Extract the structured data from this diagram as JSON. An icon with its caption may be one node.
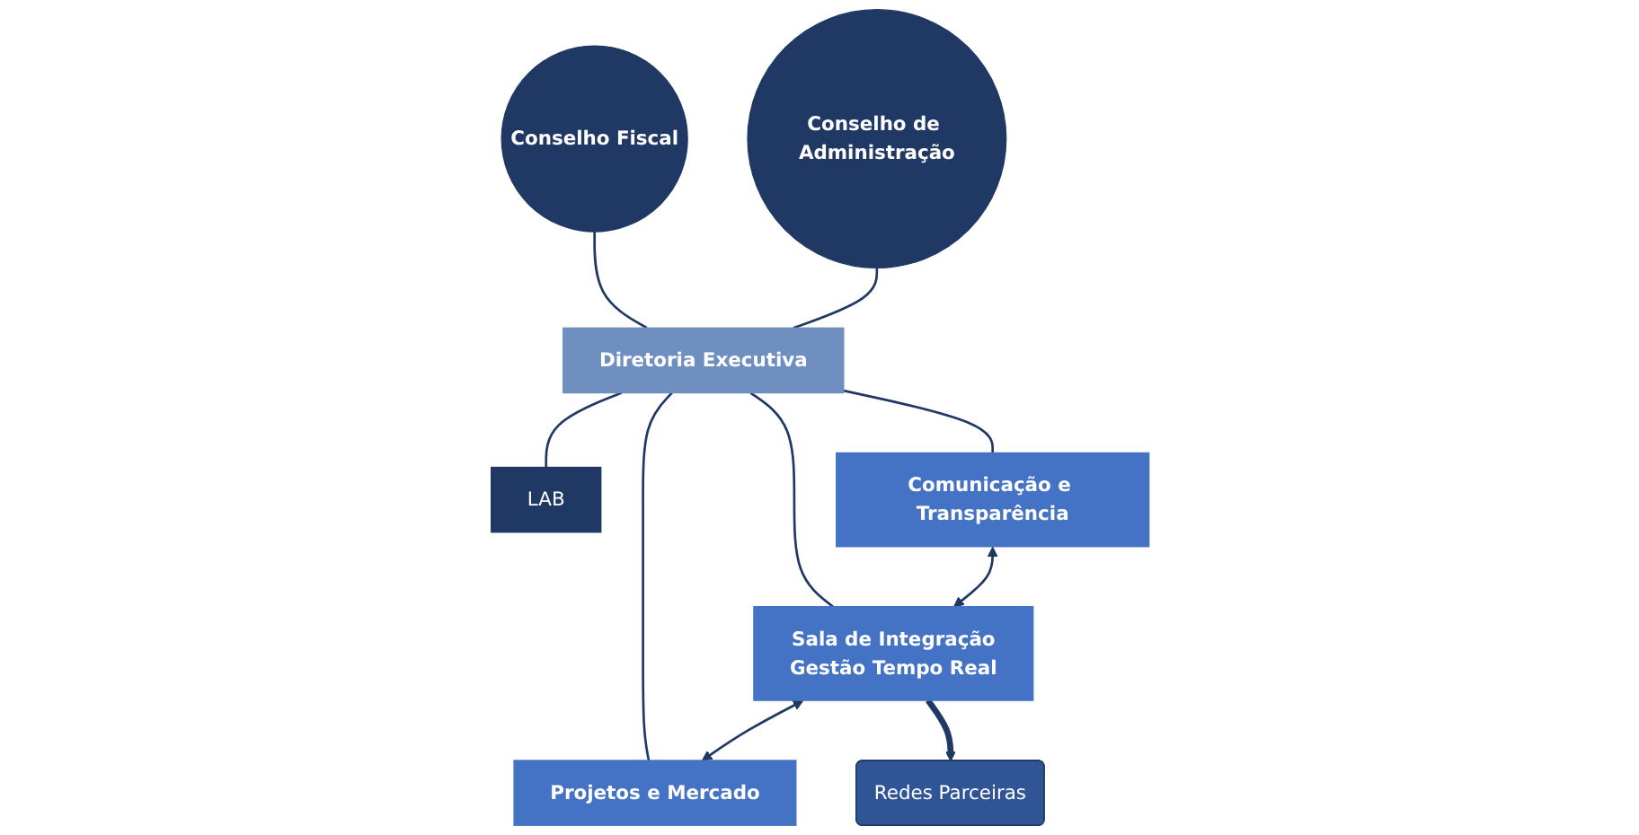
{
  "diagram": {
    "nodes": [
      {
        "text": [
          "Conselho Fiscal"
        ]
      },
      {
        "text": [
          "Conselho de Administração"
        ]
      },
      {
        "text": [
          "Diretoria Executiva"
        ]
      },
      {
        "text": [
          "LAB"
        ]
      },
      {
        "text": [
          "Comunicação e Transparência"
        ]
      },
      {
        "text": [
          "Sala de Integração",
          "Gestão Tempo Real"
        ]
      },
      {
        "text": [
          "Projetos e Mercado"
        ]
      },
      {
        "text": [
          "Redes Parceiras"
        ]
      }
    ],
    "edges": [
      {
        "from": 0,
        "to": 2,
        "arrow": "none"
      },
      {
        "from": 1,
        "to": 2,
        "arrow": "none"
      },
      {
        "from": 2,
        "to": 3,
        "arrow": "none"
      },
      {
        "from": 2,
        "to": 4,
        "arrow": "none"
      },
      {
        "from": 2,
        "to": 5,
        "arrow": "none"
      },
      {
        "from": 2,
        "to": 6,
        "arrow": "none"
      },
      {
        "from": 4,
        "to": 5,
        "arrow": "both"
      },
      {
        "from": 5,
        "to": 6,
        "arrow": "both"
      },
      {
        "from": 5,
        "to": 7,
        "arrow": "to",
        "style": "thick"
      }
    ]
  }
}
